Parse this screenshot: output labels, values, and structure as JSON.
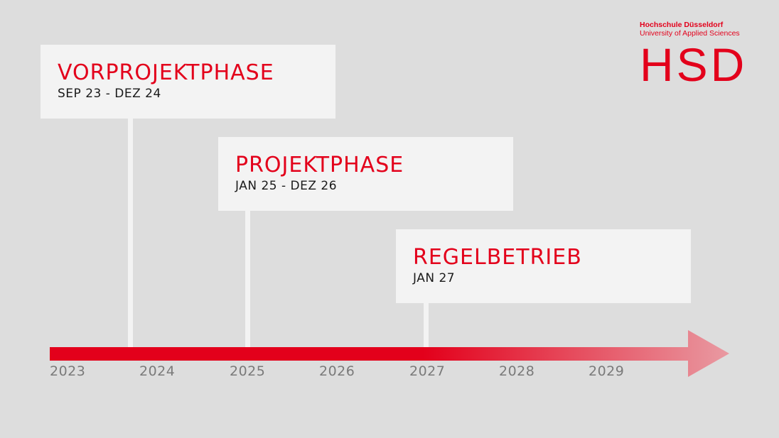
{
  "logo": {
    "line1": "Hochschule Düsseldorf",
    "line2": "University of Applied Sciences",
    "mark": "HSD"
  },
  "phases": [
    {
      "title": "VORPROJEKTPHASE",
      "date": "SEP 23 - DEZ 24"
    },
    {
      "title": "PROJEKTPHASE",
      "date": "JAN 25 - DEZ 26"
    },
    {
      "title": "REGELBETRIEB",
      "date": "JAN 27"
    }
  ],
  "timeline": {
    "years": [
      "2023",
      "2024",
      "2025",
      "2026",
      "2027",
      "2028",
      "2029"
    ]
  },
  "colors": {
    "accent": "#e3001b",
    "arrow_end": "#e99aa2",
    "background": "#dddddd",
    "card": "#f3f3f3"
  }
}
